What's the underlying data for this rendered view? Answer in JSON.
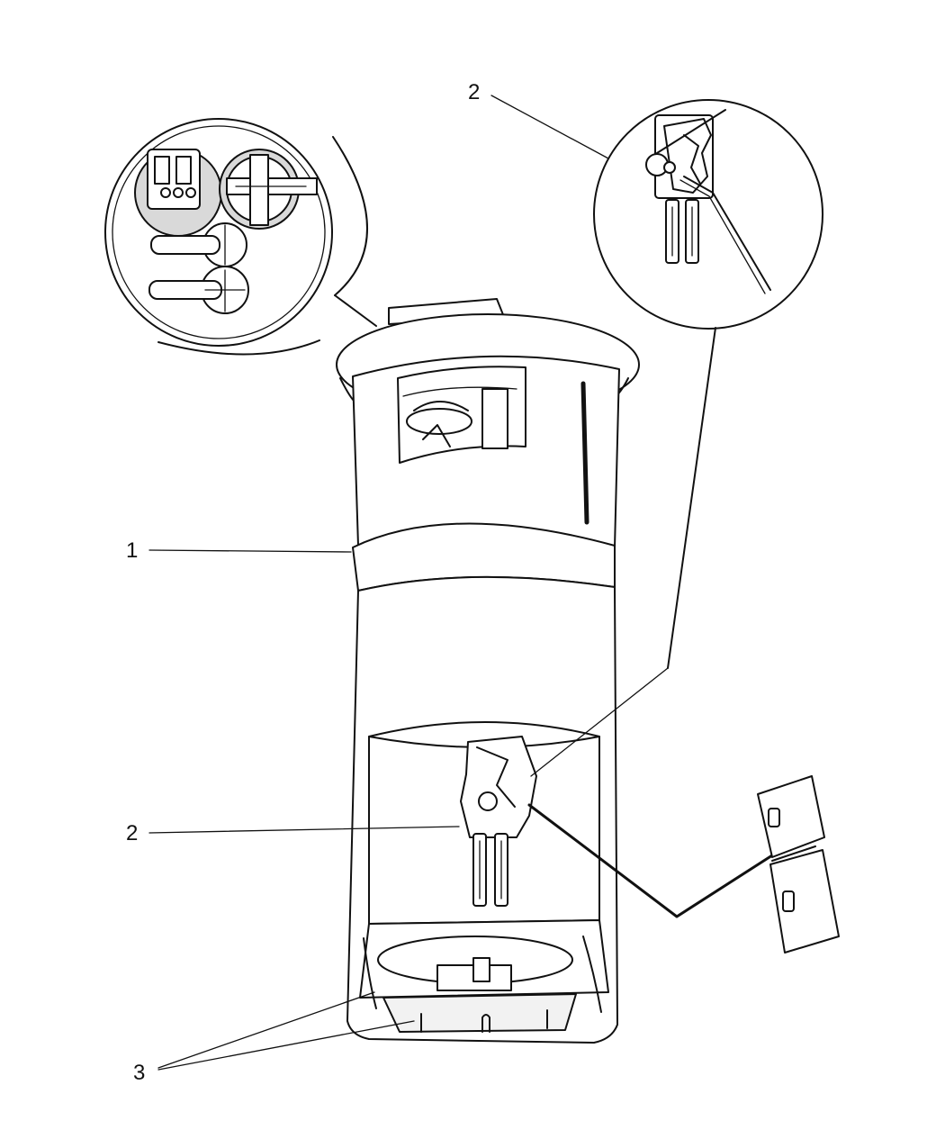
{
  "callouts": {
    "c1": "1",
    "c2_top": "2",
    "c2_mid": "2",
    "c3": "3"
  }
}
